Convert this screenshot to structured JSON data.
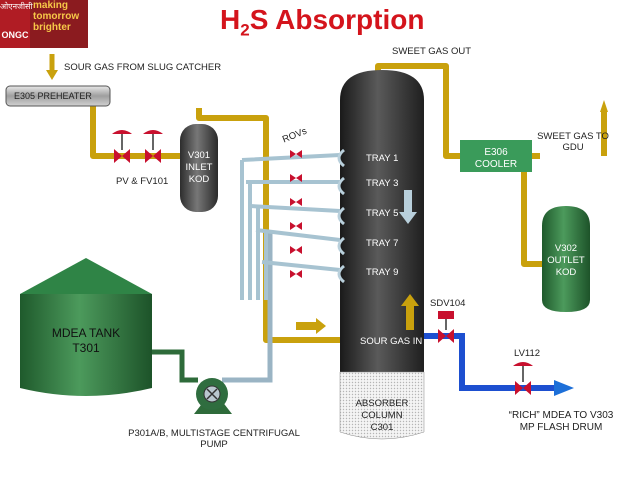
{
  "title": {
    "pre": "H",
    "sub": "2",
    "post": "S Absorption"
  },
  "logo": {
    "org": "ONGC",
    "hindi": "ओएनजीसी",
    "slogan": [
      "making",
      "tomorrow",
      "brighter"
    ]
  },
  "labels": {
    "sour_gas_from": "SOUR GAS FROM SLUG CATCHER",
    "preheater": "E305 PREHEATER",
    "pv_fv": "PV & FV101",
    "v301": [
      "V301",
      "INLET",
      "KOD"
    ],
    "rovs": "ROVs",
    "trays": [
      "TRAY 1",
      "TRAY 3",
      "TRAY 5",
      "TRAY 7",
      "TRAY 9"
    ],
    "sweet_gas_out": "SWEET GAS OUT",
    "e306": [
      "E306",
      "COOLER"
    ],
    "sweet_gas_to": [
      "SWEET GAS TO",
      "GDU"
    ],
    "v302": [
      "V302",
      "OUTLET",
      "KOD"
    ],
    "sdv104": "SDV104",
    "sour_gas_in": "SOUR GAS IN",
    "lv112": "LV112",
    "absorber": [
      "ABSORBER",
      "COLUMN",
      "C301"
    ],
    "rich": [
      "“RICH” MDEA TO V303",
      "MP FLASH DRUM"
    ],
    "mdea_tank": [
      "MDEA TANK",
      "T301"
    ],
    "pump": [
      "P301A/B, MULTISTAGE CENTRIFUGAL",
      "PUMP"
    ]
  },
  "colors": {
    "title": "#d4141c",
    "pipe_gold": "#c9a10d",
    "pipe_blue": "#1d4fd0",
    "pipe_green": "#2e6b3a",
    "valve_red": "#c8102e",
    "column": "#2c2c2c",
    "tank": "#2a7a3e"
  }
}
